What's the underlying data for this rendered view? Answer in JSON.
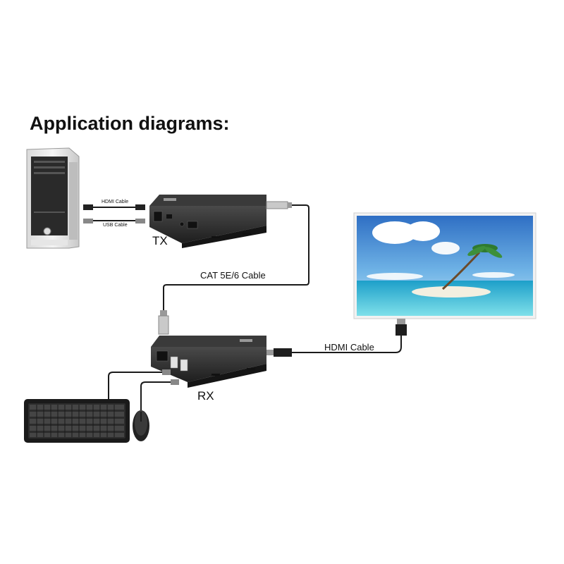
{
  "title": "Application diagrams:",
  "labels": {
    "tx": "TX",
    "rx": "RX",
    "cat_cable": "CAT 5E/6 Cable",
    "hdmi_cable_long": "HDMI Cable",
    "hdmi_cable_short": "HDMI Cable",
    "usb_cable": "USB Cable"
  },
  "colors": {
    "device_body": "#2b2b2b",
    "cable": "#1a1a1a",
    "sky_top": "#2f6fc4",
    "sea": "#38c2d8",
    "sand": "#f3efe0"
  }
}
